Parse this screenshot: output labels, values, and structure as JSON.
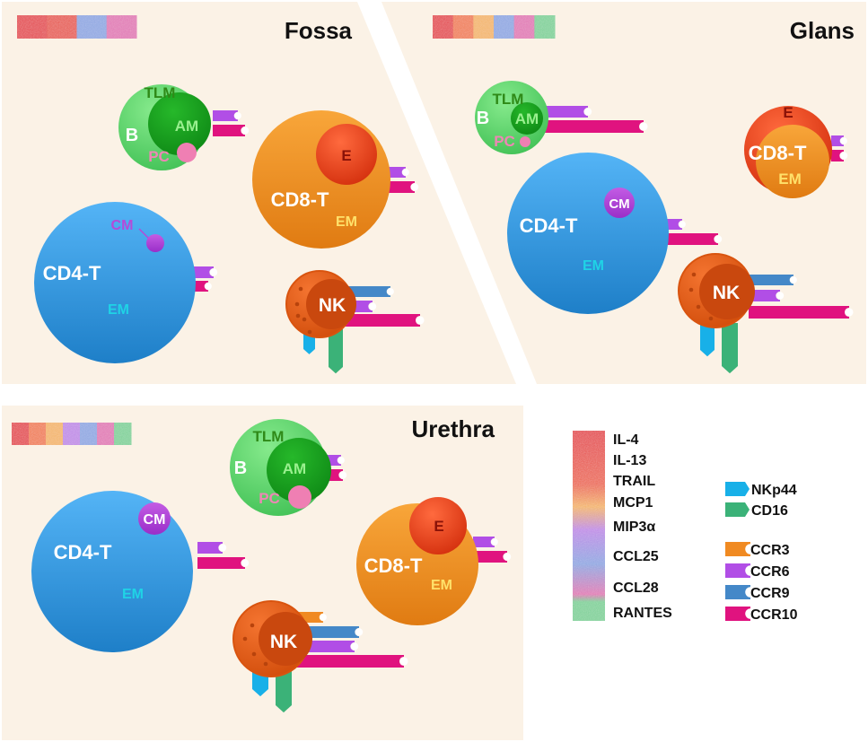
{
  "colors": {
    "panel_bg": "#fbf2e6",
    "b_outer": "#63d772",
    "b_inner": "#1aa01e",
    "b_label": "#ffffff",
    "tlm_label": "#2f8a18",
    "am_label": "#9af08f",
    "pc_dot": "#ef7fb3",
    "pc_label": "#ee86b5",
    "cd4": "#3a9be6",
    "cd4_label": "#ffffff",
    "em_cd4": "#1fd3e6",
    "cm_dot": "#b54ad8",
    "cm_label_fossa": "#b54ad8",
    "cd8": "#f39322",
    "cd8_e": "#ee4a1e",
    "e_label": "#8a1208",
    "em_cd8": "#ffe16a",
    "nk": "#ea5f18",
    "nk_inner": "#c9480e",
    "nk_label": "#ffffff",
    "title": "#111111",
    "receptor": {
      "NKp44": "#18b0e8",
      "CD16": "#3bb278",
      "CCR3": "#f08a22",
      "CCR6": "#b14ee6",
      "CCR9": "#4488c8",
      "CCR10": "#e0137f"
    },
    "cytokine": {
      "IL-4": "#e4484e",
      "IL-13": "#e75b52",
      "TRAIL": "#f07e55",
      "MCP1": "#f3b56a",
      "MIP3a": "#c08be6",
      "CCL25": "#8fa7e2",
      "CCL28": "#e179b5",
      "RANTES": "#7fd199"
    }
  },
  "panels": [
    {
      "id": "fossa",
      "title": "Fossa",
      "cytokine_bar": [
        "IL-4",
        "IL-13",
        "CCL25",
        "CCL28"
      ],
      "cells": {
        "b": {
          "label": "B",
          "tlm": "TLM",
          "am": "AM",
          "pc": "PC",
          "receptors": [
            "CCR6",
            "CCR10"
          ]
        },
        "cd8": {
          "label": "CD8-T",
          "e": "E",
          "em": "EM",
          "receptors": [
            "CCR6",
            "CCR10"
          ]
        },
        "cd4": {
          "label": "CD4-T",
          "cm": "CM",
          "em": "EM",
          "receptors": [
            "CCR6",
            "CCR10"
          ]
        },
        "nk": {
          "label": "NK",
          "receptors": [
            "CCR9",
            "CCR6",
            "CCR10"
          ],
          "markers": [
            "NKp44",
            "CD16"
          ]
        }
      }
    },
    {
      "id": "glans",
      "title": "Glans",
      "cytokine_bar": [
        "IL-4",
        "TRAIL",
        "MCP1",
        "CCL25",
        "CCL28",
        "RANTES"
      ],
      "cells": {
        "b": {
          "label": "B",
          "tlm": "TLM",
          "am": "AM",
          "pc": "PC",
          "receptors": [
            "CCR6",
            "CCR10"
          ]
        },
        "cd8": {
          "label": "CD8-T",
          "e": "E",
          "em": "EM",
          "receptors": [
            "CCR6",
            "CCR10"
          ]
        },
        "cd4": {
          "label": "CD4-T",
          "cm": "CM",
          "em": "EM",
          "receptors": [
            "CCR6",
            "CCR10"
          ]
        },
        "nk": {
          "label": "NK",
          "receptors": [
            "CCR9",
            "CCR6",
            "CCR10"
          ],
          "markers": [
            "NKp44",
            "CD16"
          ]
        }
      }
    },
    {
      "id": "urethra",
      "title": "Urethra",
      "cytokine_bar": [
        "IL-4",
        "TRAIL",
        "MCP1",
        "MIP3a",
        "CCL25",
        "CCL28",
        "RANTES"
      ],
      "cells": {
        "b": {
          "label": "B",
          "tlm": "TLM",
          "am": "AM",
          "pc": "PC",
          "receptors": [
            "CCR6",
            "CCR10"
          ]
        },
        "cd8": {
          "label": "CD8-T",
          "e": "E",
          "em": "EM",
          "receptors": [
            "CCR6",
            "CCR10"
          ]
        },
        "cd4": {
          "label": "CD4-T",
          "cm": "CM",
          "em": "EM",
          "receptors": [
            "CCR6",
            "CCR10"
          ]
        },
        "nk": {
          "label": "NK",
          "receptors": [
            "CCR3",
            "CCR9",
            "CCR6",
            "CCR10"
          ],
          "markers": [
            "NKp44",
            "CD16"
          ]
        }
      }
    }
  ],
  "legend": {
    "cytokines": [
      "IL-4",
      "IL-13",
      "TRAIL",
      "MCP1",
      "MIP3α",
      "CCL25",
      "CCL28",
      "RANTES"
    ],
    "markers": [
      "NKp44",
      "CD16"
    ],
    "receptors": [
      "CCR3",
      "CCR6",
      "CCR9",
      "CCR10"
    ]
  }
}
